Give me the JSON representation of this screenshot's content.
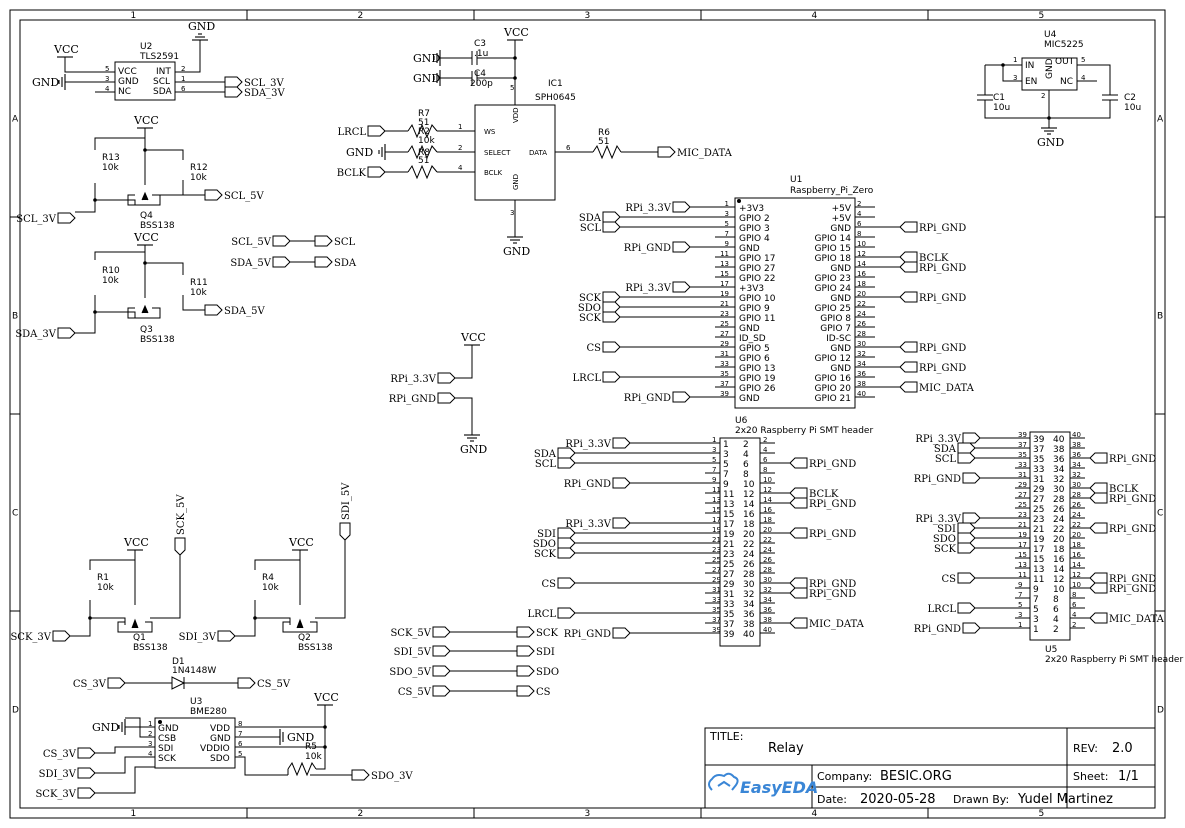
{
  "frame": {
    "columns": [
      "1",
      "2",
      "3",
      "4",
      "5"
    ],
    "rows": [
      "A",
      "B",
      "C",
      "D"
    ]
  },
  "title_block": {
    "title_label": "TITLE:",
    "title": "Relay",
    "rev_label": "REV:",
    "rev": "2.0",
    "company_label": "Company:",
    "company": "BESIC.ORG",
    "sheet_label": "Sheet:",
    "sheet": "1/1",
    "date_label": "Date:",
    "date": "2020-05-28",
    "drawn_label": "Drawn By:",
    "drawn_by": "Yudel Martinez",
    "logo": "EasyEDA"
  },
  "nets": {
    "vcc": "VCC",
    "gnd": "GND",
    "scl3": "SCL_3V",
    "sda3": "SDA_3V",
    "scl5": "SCL_5V",
    "sda5": "SDA_5V",
    "sck3": "SCK_3V",
    "sdi3": "SDI_3V",
    "sdo3": "SDO_3V",
    "cs3": "CS_3V",
    "sck5": "SCK_5V",
    "sdi5": "SDI_5V",
    "sdo5": "SDO_5V",
    "cs5": "CS_5V",
    "sck": "SCK",
    "sdi": "SDI",
    "sdo": "SDO",
    "cs": "CS",
    "scl": "SCL",
    "sda": "SDA",
    "lrcl": "LRCL",
    "bclk": "BCLK",
    "micdata": "MIC_DATA",
    "rpi33": "RPi_3.3V",
    "rpigndlbl": "RPi_GND"
  },
  "parts": {
    "u2": {
      "ref": "U2",
      "value": "TLS2591",
      "pins_left": [
        "VCC",
        "GND",
        "NC"
      ],
      "pins_right": [
        "INT",
        "SCL",
        "SDA"
      ],
      "nums_left": [
        "5",
        "3",
        "4"
      ],
      "nums_right": [
        "2",
        "1",
        "6"
      ]
    },
    "u4": {
      "ref": "U4",
      "value": "MIC5225",
      "pins": [
        "IN",
        "EN",
        "GND",
        "OUT",
        "NC"
      ],
      "nums": [
        "1",
        "3",
        "2",
        "5",
        "4"
      ]
    },
    "c1": {
      "ref": "C1",
      "value": "10u"
    },
    "c2": {
      "ref": "C2",
      "value": "10u"
    },
    "c3": {
      "ref": "C3",
      "value": ".1u"
    },
    "c4": {
      "ref": "C4",
      "value": "200p"
    },
    "ic1": {
      "ref": "IC1",
      "value": "SPH0645",
      "pins": [
        "WS",
        "SELECT",
        "BCLK",
        "VDD",
        "GND",
        "DATA"
      ],
      "nums": [
        "1",
        "2",
        "4",
        "5",
        "3",
        "6"
      ]
    },
    "r1": {
      "ref": "R1",
      "value": "10k"
    },
    "r2": {
      "ref": "R2",
      "value": "10k"
    },
    "r4": {
      "ref": "R4",
      "value": "10k"
    },
    "r5": {
      "ref": "R5",
      "value": "10k"
    },
    "r6": {
      "ref": "R6",
      "value": "51"
    },
    "r7": {
      "ref": "R7",
      "value": "51"
    },
    "r8": {
      "ref": "R8",
      "value": "51"
    },
    "r10": {
      "ref": "R10",
      "value": "10k"
    },
    "r11": {
      "ref": "R11",
      "value": "10k"
    },
    "r12": {
      "ref": "R12",
      "value": "10k"
    },
    "r13": {
      "ref": "R13",
      "value": "10k"
    },
    "q1": {
      "ref": "Q1",
      "value": "BSS138"
    },
    "q2": {
      "ref": "Q2",
      "value": "BSS138"
    },
    "q3": {
      "ref": "Q3",
      "value": "BSS138"
    },
    "q4": {
      "ref": "Q4",
      "value": "BSS138"
    },
    "d1": {
      "ref": "D1",
      "value": "1N4148W"
    },
    "u3": {
      "ref": "U3",
      "value": "BME280",
      "pins_left": [
        "GND",
        "CSB",
        "SDI",
        "SCK"
      ],
      "pins_right": [
        "VDD",
        "GND",
        "VDDIO",
        "SDO"
      ],
      "nums_left": [
        "1",
        "2",
        "3",
        "4"
      ],
      "nums_right": [
        "8",
        "7",
        "6",
        "5"
      ]
    },
    "u1": {
      "ref": "U1",
      "value": "Raspberry_Pi_Zero",
      "left": [
        "+3V3",
        "GPIO 2",
        "GPIO 3",
        "GPIO 4",
        "GND",
        "GPIO 17",
        "GPIO 27",
        "GPIO 22",
        "+3V3",
        "GPIO 10",
        "GPIO 9",
        "GPIO 11",
        "GND",
        "ID_SD",
        "GPIO 5",
        "GPIO 6",
        "GPIO 13",
        "GPIO 19",
        "GPIO 26",
        "GND"
      ],
      "right": [
        "+5V",
        "+5V",
        "GND",
        "GPIO 14",
        "GPIO 15",
        "GPIO 18",
        "GND",
        "GPIO 23",
        "GPIO 24",
        "GND",
        "GPIO 25",
        "GPIO 8",
        "GPIO 7",
        "ID-SC",
        "GND",
        "GPIO 12",
        "GND",
        "GPIO 16",
        "GPIO 20",
        "GPIO 21"
      ]
    },
    "u6": {
      "ref": "U6",
      "value": "2x20 Raspberry Pi SMT header"
    },
    "u5": {
      "ref": "U5",
      "value": "2x20 Raspberry Pi SMT header"
    }
  },
  "u1_nets": {
    "l1": "RPi_3.3V",
    "l2": "SDA",
    "l3": "SCL",
    "l5": "RPi_GND",
    "l9": "RPi_3.3V",
    "l10": "SCK",
    "l11": "SDO",
    "l12": "SCK",
    "l15": "CS",
    "l18": "LRCL",
    "l20": "RPi_GND",
    "r3": "RPi_GND",
    "r6": "BCLK",
    "r7": "RPi_GND",
    "r10": "RPi_GND",
    "r15": "RPi_GND",
    "r17": "RPi_GND",
    "r19": "MIC_DATA"
  },
  "u6_nets": {
    "l1": "RPi_3.3V",
    "l2": "SDA",
    "l3": "SCL",
    "l5": "RPi_GND",
    "l9": "RPi_3.3V",
    "l10": "SDI",
    "l11": "SDO",
    "l12": "SCK",
    "l15": "CS",
    "l18": "LRCL",
    "l20": "RPi_GND",
    "r3": "RPi_GND",
    "r6": "BCLK",
    "r7": "RPi_GND",
    "r10": "RPi_GND",
    "r15": "RPi_GND",
    "r16": "RPi_GND",
    "r19": "MIC_DATA"
  },
  "u5_nets": {
    "l20": "RPi_3.3V",
    "l19": "SDA",
    "l18": "SCL",
    "l16": "RPi_GND",
    "l12": "RPi_3.3V",
    "l11": "SDI",
    "l10": "SDO",
    "l9": "SCK",
    "l6": "CS",
    "l3": "LRCL",
    "l1": "RPi_GND",
    "r18": "RPi_GND",
    "r15": "BCLK",
    "r14": "RPi_GND",
    "r11": "RPi_GND",
    "r6": "RPi_GND",
    "r5": "RPi_GND",
    "r2": "MIC_DATA"
  }
}
